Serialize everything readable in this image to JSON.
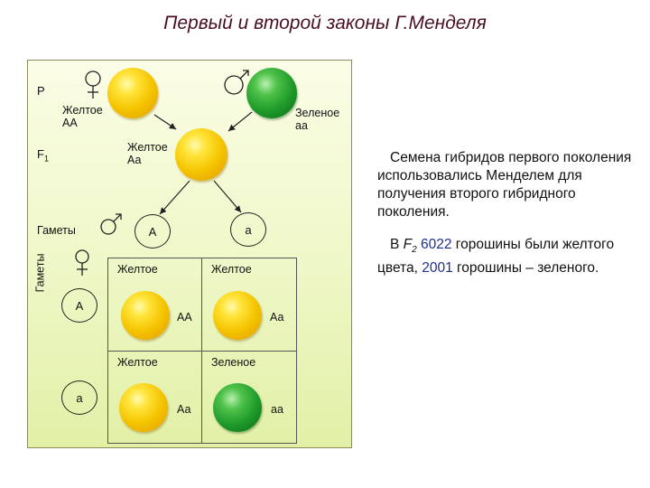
{
  "title": "Первый и второй законы Г.Менделя",
  "labels": {
    "p": "P",
    "f1_main": "F",
    "f1_sub": "1",
    "gametes_row": "Гаметы",
    "gametes_side": "Гаметы"
  },
  "parents": {
    "female_color": "Желтое",
    "female_genotype": "АА",
    "male_color": "Зеленое",
    "male_genotype": "аа"
  },
  "f1": {
    "color": "Желтое",
    "genotype": "Аа"
  },
  "gametes": {
    "male_1": "А",
    "male_2": "а",
    "female_1": "А",
    "female_2": "а"
  },
  "punnett": {
    "cells": [
      {
        "phenotype": "Желтое",
        "genotype": "АА",
        "pea": "yellow"
      },
      {
        "phenotype": "Желтое",
        "genotype": "Аа",
        "pea": "yellow"
      },
      {
        "phenotype": "Желтое",
        "genotype": "Аа",
        "pea": "yellow"
      },
      {
        "phenotype": "Зеленое",
        "genotype": "аа",
        "pea": "green"
      }
    ]
  },
  "side_text": {
    "para1": "Семена гибридов первого поколения использовались Менделем для получения второго гибридного поколения.",
    "para2_prefix": "В ",
    "para2_f": "F",
    "para2_f_sub": "2",
    "para2_num1": "6022",
    "para2_mid": " горошины были желтого цвета, ",
    "para2_num2": "2001",
    "para2_suffix": " горошины – зеленого."
  },
  "colors": {
    "title": "#4a0f22",
    "number_highlight": "#1e2f8c",
    "pea_yellow": "#f5c400",
    "pea_green": "#1f9a2a",
    "panel_bg": "#eef7c6"
  },
  "icons": [
    "female-symbol-icon",
    "male-symbol-icon",
    "arrow-icon"
  ]
}
